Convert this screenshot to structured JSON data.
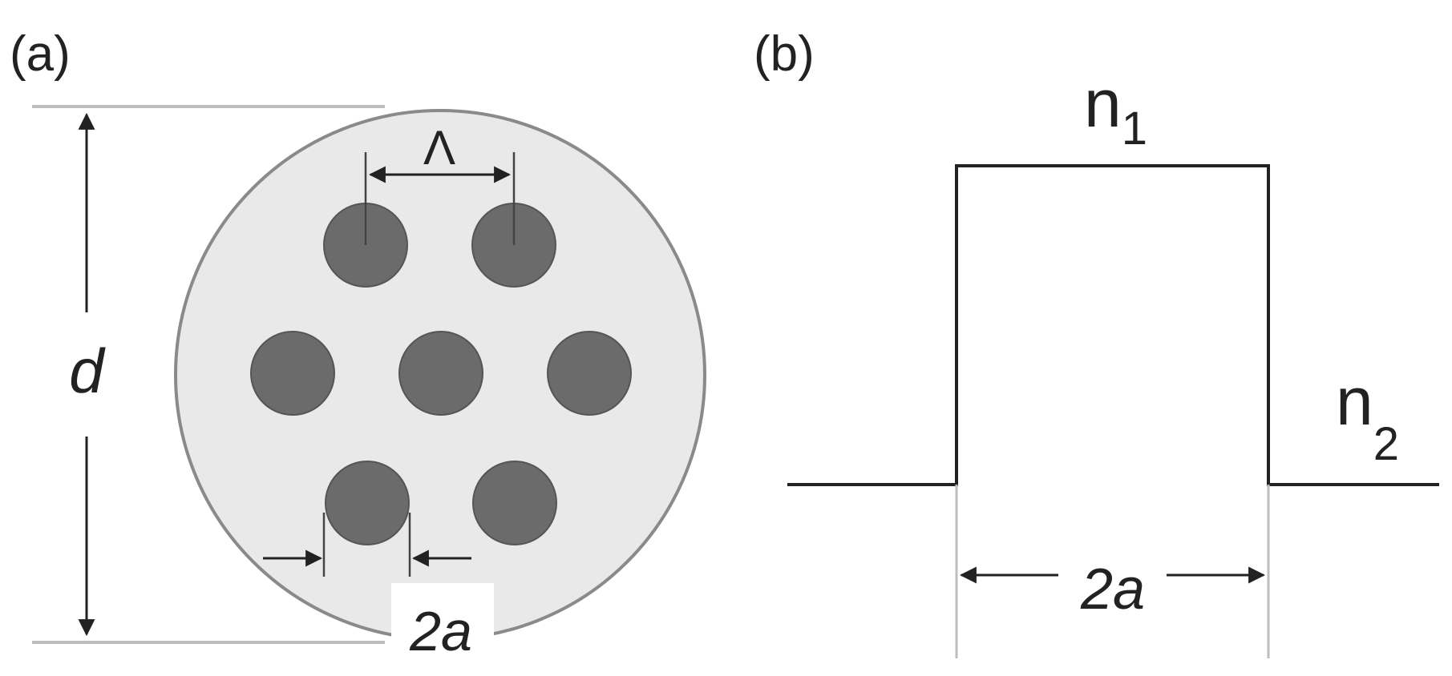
{
  "panel_a": {
    "label": "(a)",
    "diameter_label": "d",
    "pitch_label": "Λ",
    "core_label": "2a",
    "cores": [
      {
        "id": "top-left"
      },
      {
        "id": "top-right"
      },
      {
        "id": "middle-left"
      },
      {
        "id": "center"
      },
      {
        "id": "middle-right"
      },
      {
        "id": "bottom-left"
      },
      {
        "id": "bottom-right"
      }
    ]
  },
  "panel_b": {
    "label": "(b)",
    "n1_base": "n",
    "n1_sub": "1",
    "n2_base": "n",
    "n2_sub": "2",
    "width_label": "2a"
  },
  "colors": {
    "cladding": "#e9e9e9",
    "core": "#6b6b6b",
    "line": "#222222",
    "guide": "#bdbdbd",
    "d_label": "#1a1a1a"
  }
}
